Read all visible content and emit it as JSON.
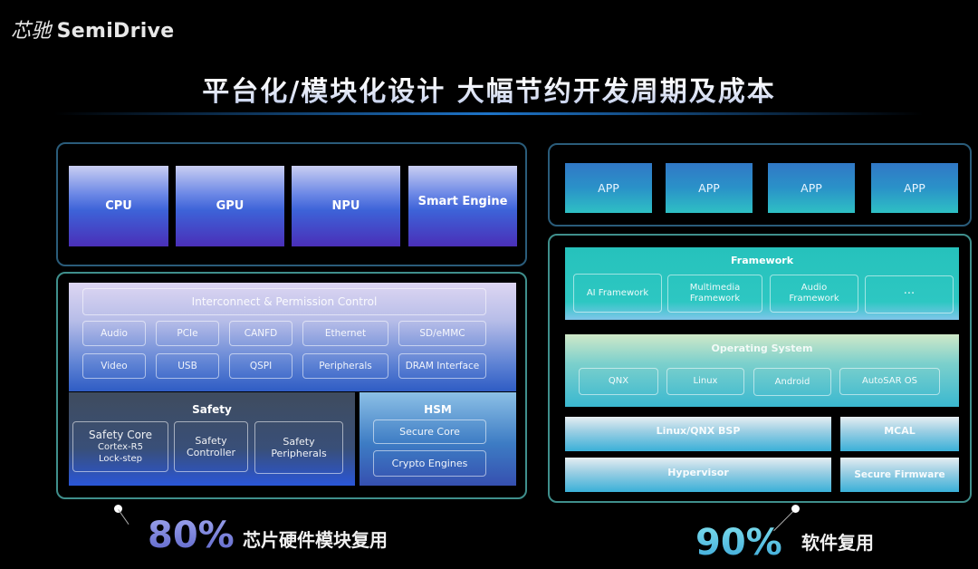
{
  "logo": {
    "cn": "芯驰",
    "en": "SemiDrive"
  },
  "title": "平台化/模块化设计  大幅节约开发周期及成本",
  "hardware": {
    "processors": [
      "CPU",
      "GPU",
      "NPU",
      "Smart Engine"
    ],
    "interconnect": "Interconnect & Permission Control",
    "io_row1": [
      "Audio",
      "PCIe",
      "CANFD",
      "Ethernet",
      "SD/eMMC"
    ],
    "io_row2": [
      "Video",
      "USB",
      "QSPI",
      "Peripherals",
      "DRAM Interface"
    ],
    "safety": {
      "title": "Safety",
      "core": [
        "Safety Core",
        "Cortex-R5",
        "Lock-step"
      ],
      "controller": [
        "Safety",
        "Controller"
      ],
      "peripherals": [
        "Safety",
        "Peripherals"
      ]
    },
    "hsm": {
      "title": "HSM",
      "items": [
        "Secure Core",
        "Crypto Engines"
      ]
    },
    "reuse_pct": "80%",
    "reuse_label": "芯片硬件模块复用"
  },
  "software": {
    "apps": [
      "APP",
      "APP",
      "APP",
      "APP"
    ],
    "framework": {
      "title": "Framework",
      "items": [
        "AI Framework",
        "Multimedia Framework",
        "Audio Framework",
        "···"
      ]
    },
    "os": {
      "title": "Operating System",
      "items": [
        "QNX",
        "Linux",
        "Android",
        "AutoSAR OS"
      ]
    },
    "bsp": "Linux/QNX BSP",
    "mcal": "MCAL",
    "hypervisor": "Hypervisor",
    "secure_firmware": "Secure Firmware",
    "reuse_pct": "90%",
    "reuse_label": "软件复用"
  },
  "colors": {
    "frame": "#3f8f8c",
    "processor": "#3d63d8",
    "app": "#2a92c8",
    "framework": "#2dc7c2"
  }
}
